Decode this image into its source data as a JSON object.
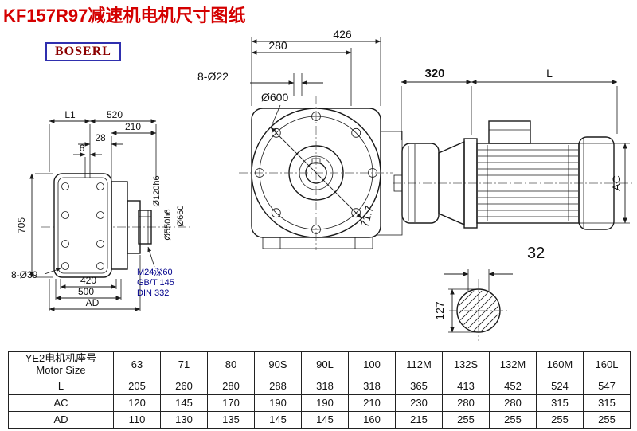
{
  "title": "KF157R97减速机电机尺寸图纸",
  "logo": "BOSERL",
  "colors": {
    "title": "#d40000",
    "logo_text": "#8b0000",
    "logo_border": "#2f2fae",
    "note_text": "#00008b",
    "line": "#1a1a1a"
  },
  "drawing": {
    "front_view": {
      "dim_426": "426",
      "dim_280": "280",
      "bolt_label": "8-Ø22",
      "dia_label": "Ø600",
      "angle_label": "71.7"
    },
    "motor_view": {
      "dim_320": "320",
      "dim_L": "L",
      "dim_AC": "AC"
    },
    "shaft_view": {
      "dim_32": "32",
      "dim_127": "127"
    },
    "left_view": {
      "dim_L1": "L1",
      "dim_520": "520",
      "dim_210": "210",
      "dim_28": "28",
      "dim_6": "6",
      "dim_705": "705",
      "bolt_label": "8-Ø39",
      "dim_420": "420",
      "dim_500": "500",
      "dim_AD": "AD",
      "dia_120": "Ø120h6",
      "dia_550": "Ø550h6",
      "dia_660": "Ø660",
      "thread_note_1": "M24深60",
      "thread_note_2": "GB/T 145",
      "thread_note_3": "DIN 332"
    }
  },
  "table": {
    "header_cn": "YE2电机机座号",
    "header_en": "Motor Size",
    "sizes": [
      "63",
      "71",
      "80",
      "90S",
      "90L",
      "100",
      "112M",
      "132S",
      "132M",
      "160M",
      "160L"
    ],
    "rows": [
      {
        "label": "L",
        "values": [
          205,
          260,
          280,
          288,
          318,
          318,
          365,
          413,
          452,
          524,
          547
        ]
      },
      {
        "label": "AC",
        "values": [
          120,
          145,
          170,
          190,
          190,
          210,
          230,
          280,
          280,
          315,
          315
        ]
      },
      {
        "label": "AD",
        "values": [
          110,
          130,
          135,
          145,
          145,
          160,
          215,
          255,
          255,
          255,
          255
        ]
      }
    ]
  }
}
